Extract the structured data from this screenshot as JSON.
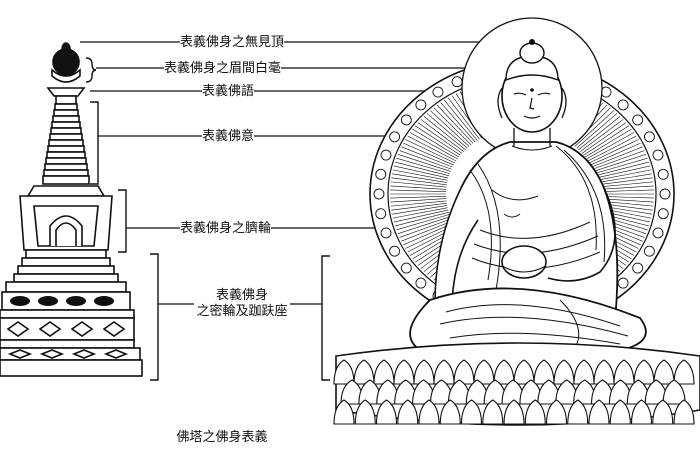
{
  "labels": [
    {
      "id": "crown",
      "text": "表義佛身之無見頂"
    },
    {
      "id": "urna",
      "text": "表義佛身之眉間白毫"
    },
    {
      "id": "speech",
      "text": "表義佛語"
    },
    {
      "id": "mind",
      "text": "表義佛意"
    },
    {
      "id": "navel",
      "text": "表義佛身之臍輪"
    },
    {
      "id": "seat_line1",
      "text": "表義佛身"
    },
    {
      "id": "seat_line2",
      "text": "之密輪及跏趺座"
    }
  ],
  "caption": "佛塔之佛身表義"
}
